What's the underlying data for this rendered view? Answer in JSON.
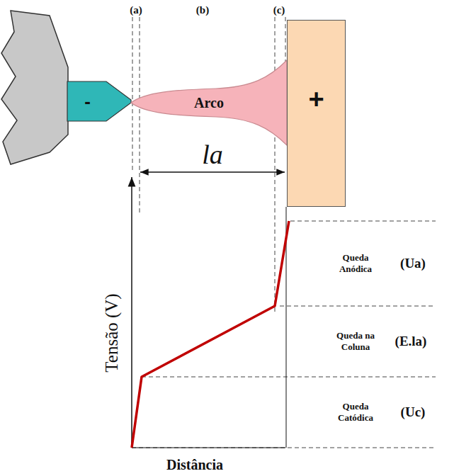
{
  "diagram": {
    "nodes": [
      {
        "text": [
          "-"
        ]
      },
      {
        "text": [
          "Arco"
        ]
      },
      {
        "text": [
          "+"
        ]
      }
    ],
    "labels": [
      "(a)",
      "(b)",
      "(c)",
      "la",
      "Tensão (V)",
      "Distância",
      "Queda Anódica",
      "(Ua)",
      "Queda na Coluna",
      "(E.la)",
      "Queda Catódica",
      "(Uc)"
    ]
  }
}
